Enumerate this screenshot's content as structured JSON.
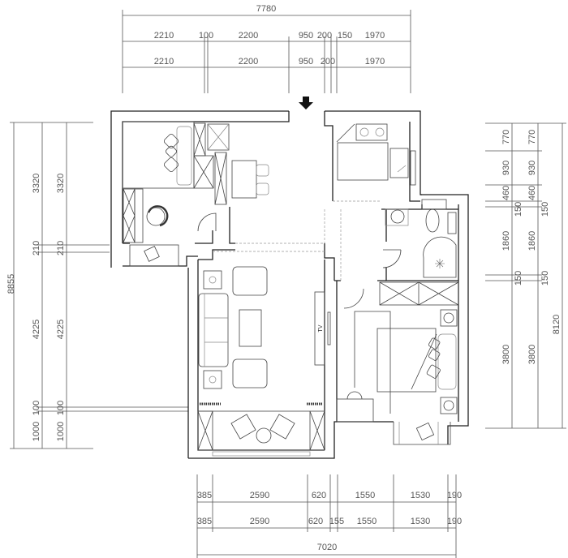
{
  "drawing": {
    "title": "Apartment floor plan with dimensions",
    "entry_arrow": "arrow-down-icon",
    "tv_label": "TV"
  },
  "dimensions": {
    "top": {
      "total": "7780",
      "row1": [
        "2210",
        "100",
        "2200",
        "950",
        "200",
        "150",
        "1970"
      ],
      "row2": [
        "2210",
        "2200",
        "950",
        "200",
        "1970"
      ]
    },
    "bottom": {
      "total": "7020",
      "row1": [
        "385",
        "2590",
        "620",
        "1550",
        "1530",
        "190"
      ],
      "row2": [
        "385",
        "2590",
        "620",
        "155",
        "1550",
        "1530",
        "190"
      ]
    },
    "left": {
      "total": "8855",
      "col1": [
        "3320",
        "210",
        "4225",
        "100",
        "1000"
      ],
      "col2": [
        "3320",
        "210",
        "4225",
        "100",
        "1000"
      ]
    },
    "right": {
      "total": "8120",
      "col1": [
        "770",
        "930",
        "460",
        "150",
        "1860",
        "150",
        "3800"
      ],
      "col2": [
        "770",
        "930",
        "460",
        "150",
        "1860",
        "150",
        "3800"
      ]
    }
  }
}
